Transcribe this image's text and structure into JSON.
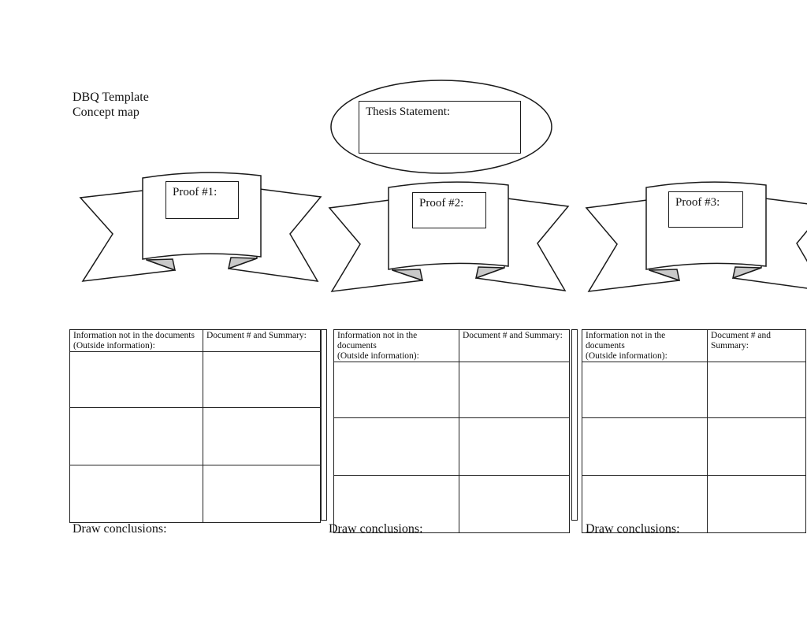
{
  "document": {
    "title_line1": "DBQ Template",
    "title_line2": "Concept map"
  },
  "thesis": {
    "label": "Thesis Statement:"
  },
  "banners": [
    {
      "label": "Proof #1:"
    },
    {
      "label": "Proof #2:"
    },
    {
      "label": "Proof #3:"
    }
  ],
  "tables": [
    {
      "col1_lines": [
        "Information not in the documents",
        "(Outside information):"
      ],
      "col2_lines": [
        "Document # and Summary:",
        ""
      ],
      "conclusion_label": "Draw conclusions:"
    },
    {
      "col1_lines": [
        "Information not in the documents",
        "(Outside information):"
      ],
      "col2_lines": [
        "Document # and Summary:",
        ""
      ],
      "conclusion_label": "Draw conclusions:"
    },
    {
      "col1_lines": [
        "Information not in the documents",
        "(Outside information):"
      ],
      "col2_lines": [
        "Document # and",
        "Summary:"
      ],
      "conclusion_label": "Draw conclusions:"
    }
  ],
  "colors": {
    "ink": "#1a1a1a",
    "fold_gray": "#c9c9c9",
    "paper": "#ffffff"
  }
}
